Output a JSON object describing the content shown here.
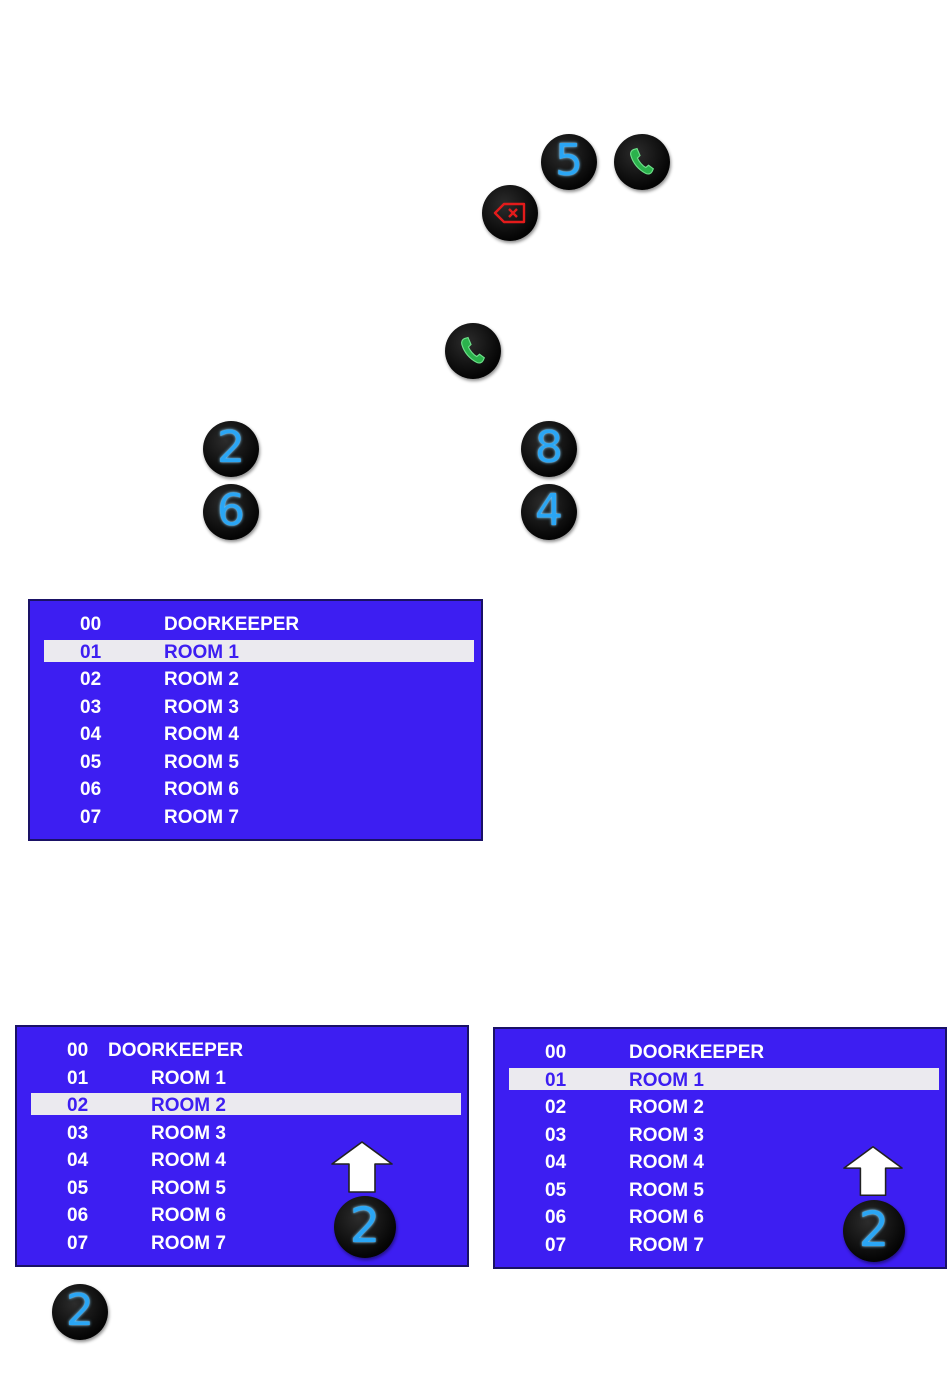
{
  "keys": {
    "five": "5",
    "two": "2",
    "eight": "8",
    "six": "6",
    "four": "4"
  },
  "icons": {
    "call": "phone-icon",
    "delete": "backspace-icon",
    "up": "up-arrow-icon"
  },
  "colors": {
    "screen_bg": "#3d1ef2",
    "highlight": "#ebeaef",
    "digit_blue": "#2aa6f5",
    "call_green": "#2bb24c",
    "delete_red": "#e31b1b"
  },
  "screen_main": {
    "rows": [
      {
        "code": "00",
        "name": "DOORKEEPER"
      },
      {
        "code": "01",
        "name": "ROOM 1"
      },
      {
        "code": "02",
        "name": "ROOM 2"
      },
      {
        "code": "03",
        "name": "ROOM 3"
      },
      {
        "code": "04",
        "name": "ROOM 4"
      },
      {
        "code": "05",
        "name": "ROOM 5"
      },
      {
        "code": "06",
        "name": "ROOM 6"
      },
      {
        "code": "07",
        "name": "ROOM 7"
      }
    ],
    "selected": "01"
  },
  "screen_left": {
    "rows": [
      {
        "code": "00",
        "name": "DOORKEEPER"
      },
      {
        "code": "01",
        "name": "ROOM 1"
      },
      {
        "code": "02",
        "name": "ROOM 2"
      },
      {
        "code": "03",
        "name": "ROOM 3"
      },
      {
        "code": "04",
        "name": "ROOM 4"
      },
      {
        "code": "05",
        "name": "ROOM 5"
      },
      {
        "code": "06",
        "name": "ROOM 6"
      },
      {
        "code": "07",
        "name": "ROOM 7"
      }
    ],
    "selected": "02"
  },
  "screen_right": {
    "rows": [
      {
        "code": "00",
        "name": "DOORKEEPER"
      },
      {
        "code": "01",
        "name": "ROOM 1"
      },
      {
        "code": "02",
        "name": "ROOM 2"
      },
      {
        "code": "03",
        "name": "ROOM 3"
      },
      {
        "code": "04",
        "name": "ROOM 4"
      },
      {
        "code": "05",
        "name": "ROOM 5"
      },
      {
        "code": "06",
        "name": "ROOM 6"
      },
      {
        "code": "07",
        "name": "ROOM 7"
      }
    ],
    "selected": "01"
  }
}
